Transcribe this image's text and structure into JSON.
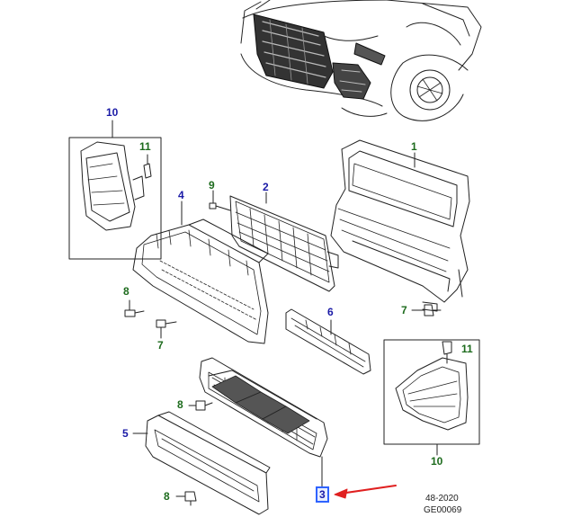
{
  "colors": {
    "callout_blue": "#1a1aa6",
    "callout_green": "#1d6b1d",
    "selected_box": "#2f63ff",
    "arrow": "#e02020",
    "line_art": "#222222"
  },
  "callouts": [
    {
      "id": "c10a",
      "label": "10",
      "color": "blue"
    },
    {
      "id": "c11a",
      "label": "11",
      "color": "green"
    },
    {
      "id": "c9",
      "label": "9",
      "color": "green"
    },
    {
      "id": "c2",
      "label": "2",
      "color": "blue"
    },
    {
      "id": "c1",
      "label": "1",
      "color": "green"
    },
    {
      "id": "c4",
      "label": "4",
      "color": "blue"
    },
    {
      "id": "c8a",
      "label": "8",
      "color": "green"
    },
    {
      "id": "c7a",
      "label": "7",
      "color": "green"
    },
    {
      "id": "c6",
      "label": "6",
      "color": "blue"
    },
    {
      "id": "c7b",
      "label": "7",
      "color": "green"
    },
    {
      "id": "c11b",
      "label": "11",
      "color": "green"
    },
    {
      "id": "c8b",
      "label": "8",
      "color": "green"
    },
    {
      "id": "c5",
      "label": "5",
      "color": "blue"
    },
    {
      "id": "c10b",
      "label": "10",
      "color": "green"
    },
    {
      "id": "c8c",
      "label": "8",
      "color": "green"
    },
    {
      "id": "c3",
      "label": "3",
      "color": "blue",
      "selected": true
    }
  ],
  "footer": {
    "date": "48-2020",
    "code": "GE00069"
  }
}
